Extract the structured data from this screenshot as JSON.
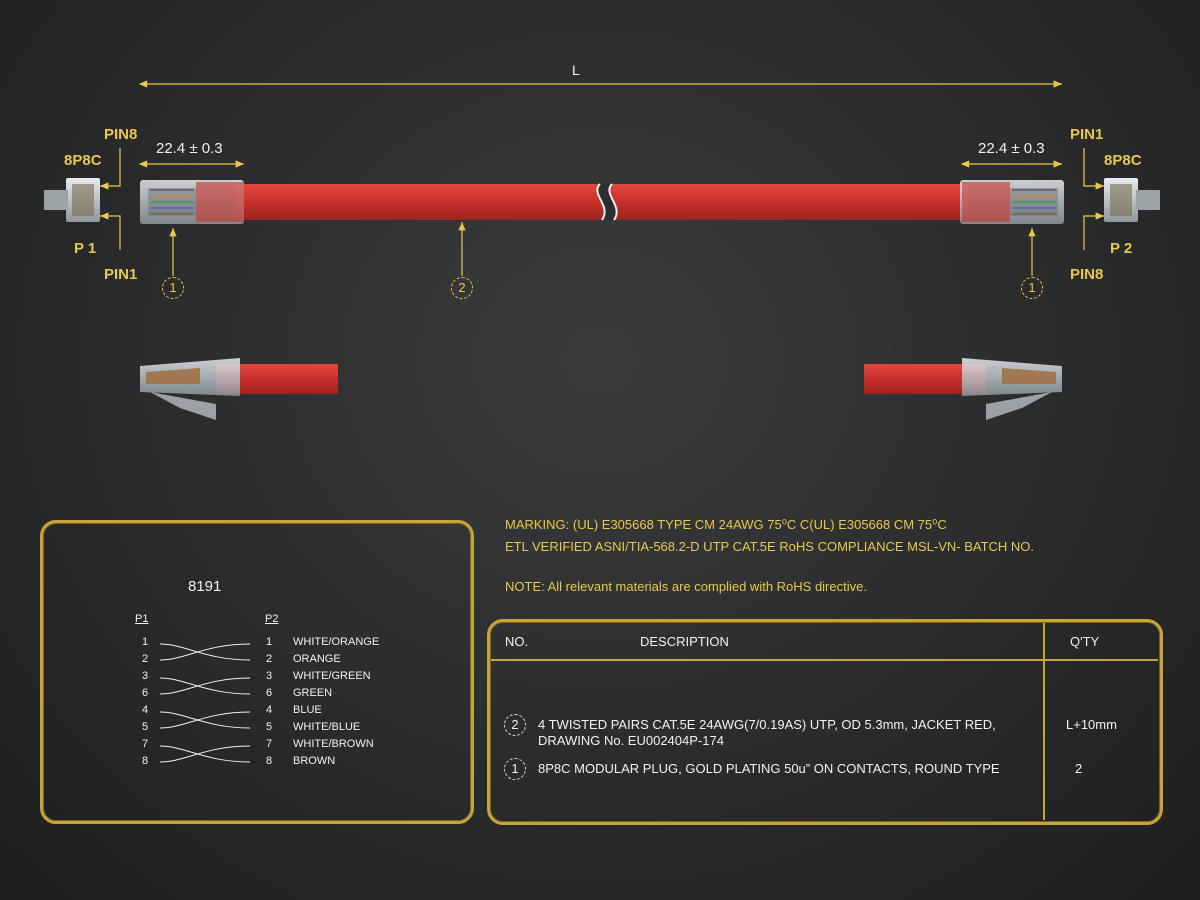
{
  "drawing": {
    "length_label": "L",
    "left_dim": "22.4 ± 0.3",
    "right_dim": "22.4 ± 0.3",
    "left": {
      "pin_top": "PIN8",
      "connector": "8P8C",
      "plug": "P 1",
      "pin_bottom": "PIN1"
    },
    "right": {
      "pin_top": "PIN1",
      "connector": "8P8C",
      "plug": "P 2",
      "pin_bottom": "PIN8"
    },
    "callouts": [
      "1",
      "2",
      "1"
    ],
    "cable_color": "#c8302a"
  },
  "wiring": {
    "title": "8191",
    "p1_header": "P1",
    "p2_header": "P2",
    "rows": [
      {
        "p1": "1",
        "p2": "1",
        "color": "WHITE/ORANGE"
      },
      {
        "p1": "2",
        "p2": "2",
        "color": "ORANGE"
      },
      {
        "p1": "3",
        "p2": "3",
        "color": "WHITE/GREEN"
      },
      {
        "p1": "6",
        "p2": "6",
        "color": "GREEN"
      },
      {
        "p1": "4",
        "p2": "4",
        "color": "BLUE"
      },
      {
        "p1": "5",
        "p2": "5",
        "color": "WHITE/BLUE"
      },
      {
        "p1": "7",
        "p2": "7",
        "color": "WHITE/BROWN"
      },
      {
        "p1": "8",
        "p2": "8",
        "color": "BROWN"
      }
    ]
  },
  "notes": {
    "marking_line1": "MARKING: (UL) E305668 TYPE CM 24AWG 75⁰C C(UL) E305668 CM 75⁰C",
    "marking_line2": "ETL VERIFIED ASNI/TIA-568.2-D UTP CAT.5E RoHS COMPLIANCE MSL-VN- BATCH NO.",
    "note": "NOTE: All relevant materials are complied with RoHS directive."
  },
  "bom": {
    "headers": {
      "no": "NO.",
      "description": "DESCRIPTION",
      "qty": "Q'TY"
    },
    "items": [
      {
        "no": "2",
        "description_line1": "4 TWISTED PAIRS CAT.5E 24AWG(7/0.19AS) UTP, OD 5.3mm, JACKET RED,",
        "description_line2": "DRAWING No. EU002404P-174",
        "qty": "L+10mm"
      },
      {
        "no": "1",
        "description_line1": "8P8C MODULAR PLUG, GOLD PLATING 50u” ON CONTACTS, ROUND TYPE",
        "description_line2": "",
        "qty": "2"
      }
    ]
  },
  "colors": {
    "accent": "#e8c94a",
    "frame": "#c9a438",
    "background": "#2a2b2d"
  }
}
